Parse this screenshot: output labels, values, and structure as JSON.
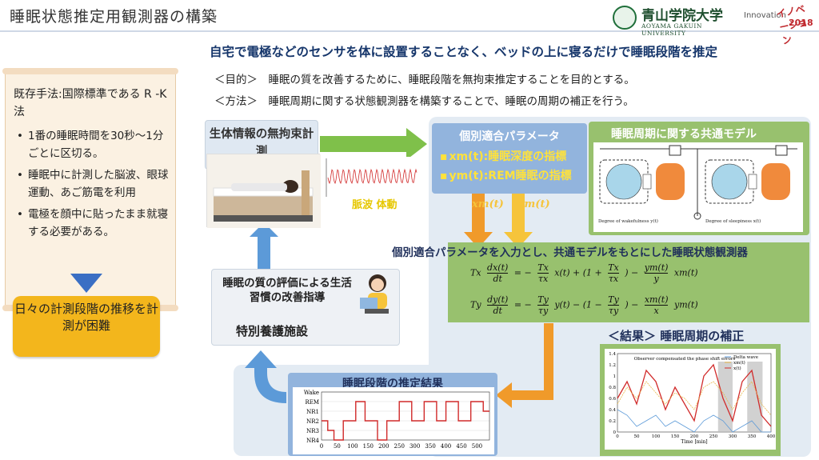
{
  "header": {
    "title": "睡眠状態推定用観測器の構築",
    "logo_jp": "青山学院大学",
    "logo_en": "AOYAMA GAKUIN UNIVERSITY",
    "badge_a": "Innovation",
    "badge_b": "イノベーション",
    "badge_c": "2018"
  },
  "headline": "自宅で電極などのセンサを体に設置することなく、ベッドの上に寝るだけで睡眠段階を推定",
  "purpose": "＜目的＞　睡眠の質を改善するために、睡眠段階を無拘束推定することを目的とする。",
  "method": "＜方法＞　睡眠周期に関する状態観測器を構築することで、睡眠の周期の補正を行う。",
  "existing": {
    "lead": "既存手法:国際標準である R -K法",
    "items": [
      "1番の睡眠時間を30秒～1分ごとに区切る。",
      "睡眠中に計測した脳波、眼球運動、あご筋電を利用",
      "電極を顔中に貼ったまま就寝する必要がある。"
    ],
    "difficulty": "日々の計測段階の推移を計測が困難"
  },
  "boxes": {
    "measure_title": "生体情報の無拘束計測",
    "pulse_label": "脈波 体動",
    "param_title": "個別適合パラメータ",
    "param_x": "xm(t):睡眠深度の指標",
    "param_y": "ym(t):REM睡眠の指標",
    "model_title": "睡眠周期に関する共通モデル",
    "model_note1": "Degree of wakefulness y(t)",
    "model_note2": "Degree of sleepiness x(t)",
    "xm_label": "xm(t)",
    "ym_label": "ym(t)",
    "observer_title": "個別適合パラメータを入力とし、共通モデルをもとにした睡眠状態観測器",
    "eq1": {
      "lhs": "Tx",
      "rhs": "= −",
      "terms": [
        "dx(t)",
        "dt",
        "Tx",
        "τx",
        "x(t) + (1 +",
        "Tx",
        "τx",
        "ym(t)",
        "y",
        "xm(t)"
      ]
    },
    "eq2": {
      "lhs": "Ty",
      "rhs": "= −",
      "terms": [
        "dy(t)",
        "dt",
        "Ty",
        "τy",
        "y(t) − (1 −",
        "Ty",
        "τy",
        "xm(t)",
        "x",
        "ym(t)"
      ]
    },
    "improve_title": "睡眠の質の評価による生活習慣の改善指導",
    "facility": "特別養護施設",
    "sleep_title": "睡眠段階の推定結果",
    "result_title": "＜結果＞ 睡眠周期の補正",
    "result_note": "Observer compensated the phase shift errors",
    "result_legend": [
      "Delta wave",
      "xm(t)",
      "x(t)"
    ],
    "result_xlabel": "Time [min]"
  },
  "chart_data": [
    {
      "type": "line",
      "title": "睡眠段階の推定結果",
      "categories": [
        "Wake",
        "REM",
        "NR1",
        "NR2",
        "NR3",
        "NR4"
      ],
      "x": [
        0,
        50,
        100,
        150,
        200,
        250,
        300,
        350,
        400,
        450,
        500
      ],
      "xticks": [
        0,
        50,
        100,
        150,
        200,
        250,
        300,
        350,
        400,
        450,
        500
      ],
      "stages": [
        [
          0,
          "NR2"
        ],
        [
          20,
          "NR3"
        ],
        [
          40,
          "NR4"
        ],
        [
          70,
          "NR2"
        ],
        [
          110,
          "REM"
        ],
        [
          140,
          "NR2"
        ],
        [
          180,
          "NR4"
        ],
        [
          210,
          "NR2"
        ],
        [
          250,
          "REM"
        ],
        [
          290,
          "NR2"
        ],
        [
          330,
          "REM"
        ],
        [
          370,
          "NR2"
        ],
        [
          400,
          "REM"
        ],
        [
          440,
          "NR2"
        ],
        [
          480,
          "REM"
        ],
        [
          520,
          "NR1"
        ]
      ]
    },
    {
      "type": "line",
      "title": "",
      "xlabel": "Time [min]",
      "xlim": [
        0,
        400
      ],
      "ylim": [
        0,
        1.4
      ],
      "xticks": [
        0,
        50,
        100,
        150,
        200,
        250,
        300,
        350,
        400
      ],
      "yticks": [
        0,
        0.2,
        0.4,
        0.6,
        0.8,
        1.0,
        1.2,
        1.4
      ],
      "series": [
        {
          "name": "x(t)",
          "values": [
            0.6,
            0.9,
            0.5,
            1.1,
            0.9,
            0.4,
            0.8,
            0.5,
            0.2,
            1.0,
            1.2,
            0.6,
            0.2,
            0.9,
            1.1,
            0.3,
            0.1
          ]
        },
        {
          "name": "xm(t)",
          "values": [
            0.5,
            0.8,
            0.6,
            0.9,
            0.7,
            0.5,
            0.7,
            0.6,
            0.4,
            0.8,
            0.9,
            0.7,
            0.4,
            0.7,
            0.9,
            0.5,
            0.3
          ]
        },
        {
          "name": "Delta wave",
          "values": [
            0.4,
            0.3,
            0.1,
            0.2,
            0.3,
            0.1,
            0.2,
            0.1,
            0.0,
            0.2,
            0.3,
            0.2,
            0.0,
            0.1,
            0.2,
            0.0,
            0.0
          ]
        }
      ]
    }
  ]
}
